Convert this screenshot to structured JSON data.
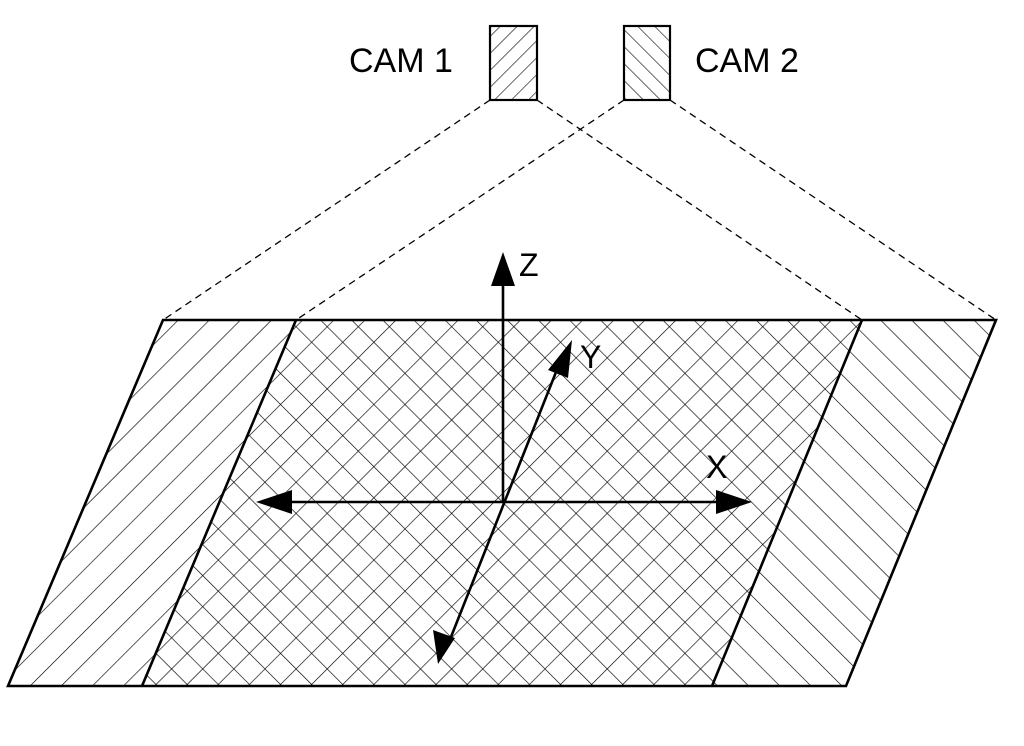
{
  "cameras": [
    {
      "label": "CAM 1"
    },
    {
      "label": "CAM 2"
    }
  ],
  "axes": {
    "x_label": "X",
    "y_label": "Y",
    "z_label": "Z"
  },
  "colors": {
    "stroke": "#000000",
    "background": "#ffffff"
  }
}
